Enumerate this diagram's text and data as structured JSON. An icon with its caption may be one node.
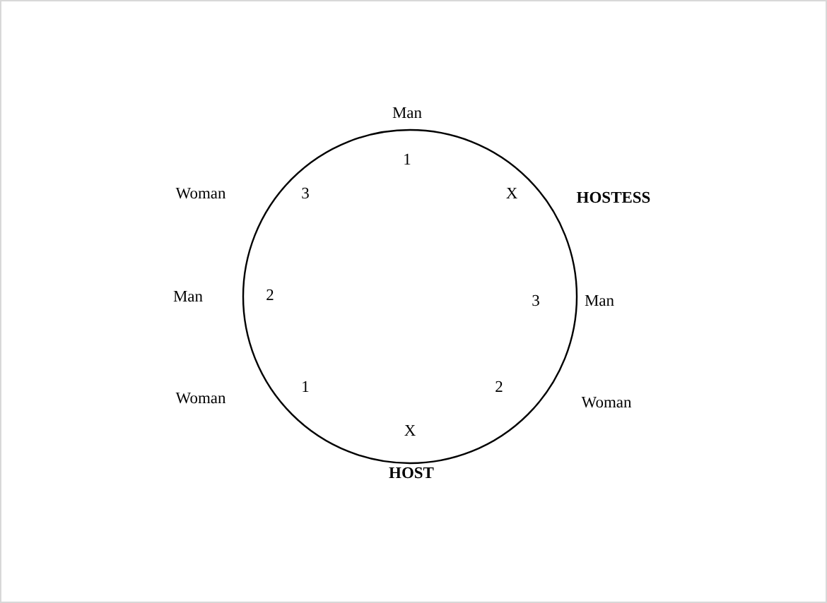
{
  "diagram": {
    "nodes": [
      {
        "text": [
          "1",
          "3",
          "X",
          "2",
          "3",
          "1",
          "2",
          "X"
        ]
      }
    ],
    "edges": [],
    "labels": [
      "Man",
      "Woman",
      "HOSTESS",
      "Man",
      "Man",
      "Woman",
      "Woman",
      "HOST"
    ]
  }
}
